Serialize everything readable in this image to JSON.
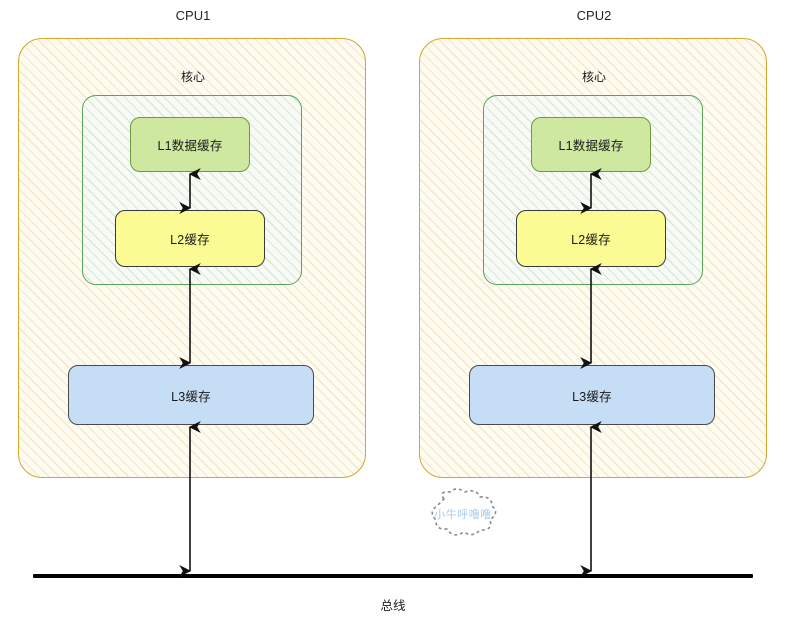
{
  "diagram": {
    "title_cpu1": "CPU1",
    "title_cpu2": "CPU2",
    "core_label": "核心",
    "bus_label": "总线",
    "l1_label": "L1数据缓存",
    "l2_label": "L2缓存",
    "l3_label": "L3缓存",
    "watermark_text": "小牛呼噜噜"
  },
  "colors": {
    "package_border": "#d4a62c",
    "package_fill": "#fdfbf2",
    "core_border": "#5aa45a",
    "l1_fill": "#cfe8a0",
    "l1_border": "#6d9a3c",
    "l2_fill": "#fbfb93",
    "l2_border": "#3a3a3a",
    "l3_fill": "#c5ddf5",
    "l3_border": "#4a4a4a",
    "bus_color": "#000000",
    "watermark_color": "#9fc4e8"
  },
  "cpus": [
    {
      "id": "cpu1",
      "title": "CPU1",
      "core_label": "核心",
      "l1_label": "L1数据缓存",
      "l2_label": "L2缓存",
      "l3_label": "L3缓存"
    },
    {
      "id": "cpu2",
      "title": "CPU2",
      "core_label": "核心",
      "l1_label": "L1数据缓存",
      "l2_label": "L2缓存",
      "l3_label": "L3缓存"
    }
  ],
  "connections": [
    {
      "from": "L1数据缓存",
      "to": "L2缓存",
      "type": "bidirectional"
    },
    {
      "from": "L2缓存",
      "to": "L3缓存",
      "type": "bidirectional"
    },
    {
      "from": "L3缓存",
      "to": "总线",
      "type": "bidirectional"
    }
  ]
}
